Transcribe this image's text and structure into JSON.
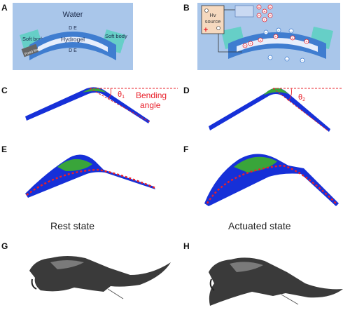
{
  "panels": {
    "a": {
      "letter": "A",
      "water_label": "Water",
      "soft_body_left": "Soft body",
      "soft_body_right": "Soft body",
      "hydrogel_label": "Hydrogel",
      "de_top": "D E",
      "de_bottom": "D E",
      "fixed_label": "Fixed line"
    },
    "b": {
      "letter": "B",
      "source_line1": "Hv",
      "source_line2": "source"
    },
    "c": {
      "letter": "C",
      "theta": "θ",
      "theta_sub": "1",
      "angle_line1": "Bending",
      "angle_line2": "angle"
    },
    "d": {
      "letter": "D",
      "theta": "θ",
      "theta_sub": "2"
    },
    "e": {
      "letter": "E"
    },
    "f": {
      "letter": "F"
    },
    "g": {
      "letter": "G"
    },
    "h": {
      "letter": "H"
    }
  },
  "captions": {
    "rest": "Rest state",
    "actuated": "Actuated state"
  },
  "colors": {
    "water_bg": "#a9c6ea",
    "band_blue": "#3f7dd0",
    "hydrogel_fill": "#e6eefc",
    "soft_body": "#66cfc7",
    "accent_red": "#e8202a",
    "sim_blue": "#1630d8",
    "sim_green": "#39a53a"
  }
}
